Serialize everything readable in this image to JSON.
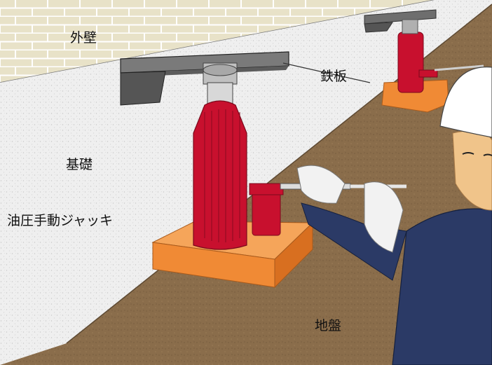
{
  "labels": {
    "outer_wall": "外壁",
    "steel_plate": "鉄板",
    "foundation": "基礎",
    "hydraulic_jack": "油圧手動ジャッキ",
    "ground": "地盤"
  },
  "colors": {
    "brick": "#e8e2c8",
    "brick_line": "#ffffff",
    "foundation": "#f0f0f0",
    "ground": "#8a6d4b",
    "jack_red": "#c8102e",
    "base_orange": "#f08a35",
    "steel": "#7a7a7a",
    "uniform_navy": "#2b3a66",
    "glove": "#f2f2f2",
    "skin": "#f0c48a"
  },
  "icons": [
    "hydraulic-jack-icon",
    "worker-icon",
    "steel-plate-icon"
  ]
}
